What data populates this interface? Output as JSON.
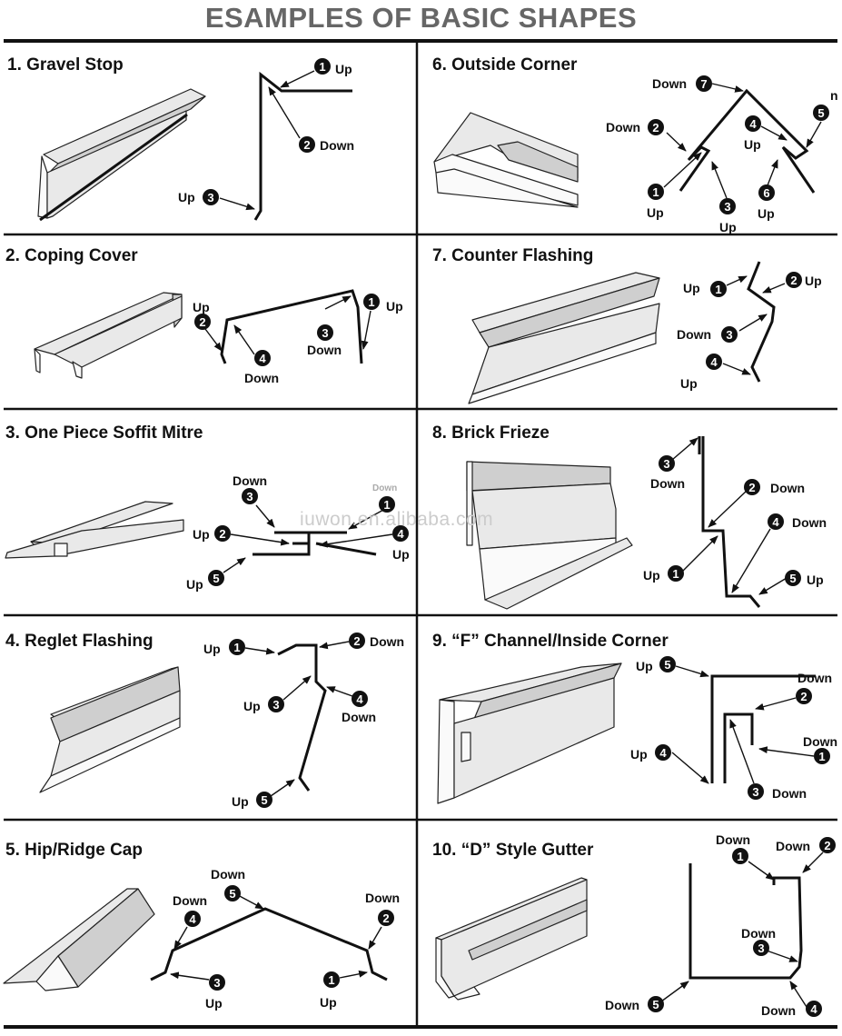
{
  "title": "ESAMPLES OF BASIC SHAPES",
  "watermark": "iuwon.en.alibaba.com",
  "panels": [
    {
      "title": "1. Gravel Stop",
      "callouts": [
        {
          "n": "1",
          "text": "Up"
        },
        {
          "n": "2",
          "text": "Down"
        },
        {
          "n": "3",
          "text": "Up"
        }
      ]
    },
    {
      "title": "6. Outside Corner",
      "callouts": [
        {
          "n": "7",
          "text": "Down"
        },
        {
          "n": "2",
          "text": "Down"
        },
        {
          "n": "4",
          "text": "Up"
        },
        {
          "n": "5",
          "text": "n"
        },
        {
          "n": "1",
          "text": "Up"
        },
        {
          "n": "3",
          "text": "Up"
        },
        {
          "n": "6",
          "text": "Up"
        }
      ]
    },
    {
      "title": "2. Coping Cover",
      "callouts": [
        {
          "n": "2",
          "text": "Up"
        },
        {
          "n": "4",
          "text": "Down"
        },
        {
          "n": "3",
          "text": "Down"
        },
        {
          "n": "1",
          "text": "Up"
        }
      ]
    },
    {
      "title": "7. Counter Flashing",
      "callouts": [
        {
          "n": "1",
          "text": "Up"
        },
        {
          "n": "2",
          "text": "Up"
        },
        {
          "n": "3",
          "text": "Down"
        },
        {
          "n": "4",
          "text": "Up"
        }
      ]
    },
    {
      "title": "3. One Piece Soffit Mitre",
      "callouts": [
        {
          "n": "3",
          "text": "Down"
        },
        {
          "n": "1",
          "text": "Down"
        },
        {
          "n": "2",
          "text": "Up"
        },
        {
          "n": "4",
          "text": "Up"
        },
        {
          "n": "5",
          "text": "Up"
        }
      ]
    },
    {
      "title": "8. Brick Frieze",
      "callouts": [
        {
          "n": "3",
          "text": "Down"
        },
        {
          "n": "2",
          "text": "Down"
        },
        {
          "n": "4",
          "text": "Down"
        },
        {
          "n": "1",
          "text": "Up"
        },
        {
          "n": "5",
          "text": "Up"
        }
      ]
    },
    {
      "title": "4. Reglet Flashing",
      "callouts": [
        {
          "n": "1",
          "text": "Up"
        },
        {
          "n": "2",
          "text": "Down"
        },
        {
          "n": "3",
          "text": "Up"
        },
        {
          "n": "4",
          "text": "Down"
        },
        {
          "n": "5",
          "text": "Up"
        }
      ]
    },
    {
      "title": "9. “F” Channel/Inside Corner",
      "callouts": [
        {
          "n": "5",
          "text": "Up"
        },
        {
          "n": "2",
          "text": "Down"
        },
        {
          "n": "1",
          "text": "Down"
        },
        {
          "n": "4",
          "text": "Up"
        },
        {
          "n": "3",
          "text": "Down"
        }
      ]
    },
    {
      "title": "5. Hip/Ridge Cap",
      "callouts": [
        {
          "n": "5",
          "text": "Down"
        },
        {
          "n": "4",
          "text": "Down"
        },
        {
          "n": "2",
          "text": "Down"
        },
        {
          "n": "3",
          "text": "Up"
        },
        {
          "n": "1",
          "text": "Up"
        }
      ]
    },
    {
      "title": "10. “D” Style Gutter",
      "callouts": [
        {
          "n": "1",
          "text": "Down"
        },
        {
          "n": "2",
          "text": "Down"
        },
        {
          "n": "3",
          "text": "Down"
        },
        {
          "n": "5",
          "text": "Down"
        },
        {
          "n": "4",
          "text": "Down"
        }
      ]
    }
  ]
}
